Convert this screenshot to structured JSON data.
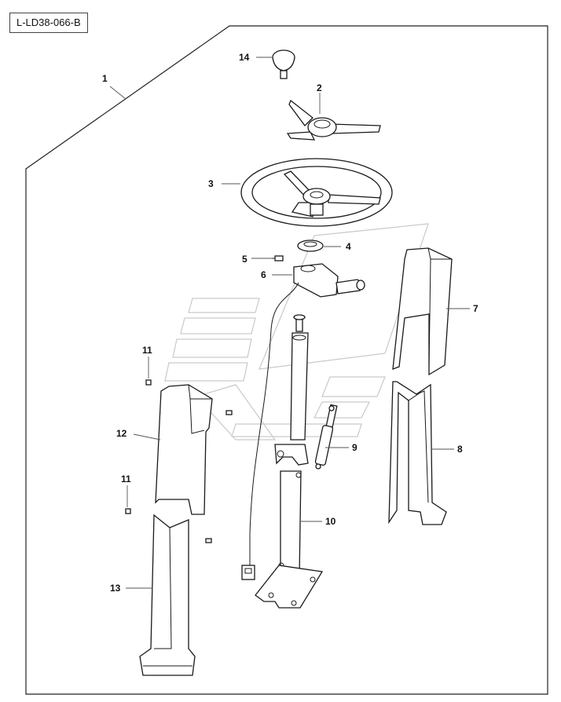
{
  "drawing": {
    "code": "L-LD38-066-B"
  },
  "callouts": [
    {
      "id": "c1",
      "label": "1"
    },
    {
      "id": "c2",
      "label": "2"
    },
    {
      "id": "c3",
      "label": "3"
    },
    {
      "id": "c4",
      "label": "4"
    },
    {
      "id": "c5",
      "label": "5"
    },
    {
      "id": "c6",
      "label": "6"
    },
    {
      "id": "c7",
      "label": "7"
    },
    {
      "id": "c8",
      "label": "8"
    },
    {
      "id": "c9",
      "label": "9"
    },
    {
      "id": "c10",
      "label": "10"
    },
    {
      "id": "c11a",
      "label": "11"
    },
    {
      "id": "c11b",
      "label": "11"
    },
    {
      "id": "c12",
      "label": "12"
    },
    {
      "id": "c13",
      "label": "13"
    },
    {
      "id": "c14",
      "label": "14"
    }
  ],
  "parts": [
    {
      "name": "knob-icon",
      "part": "14"
    },
    {
      "name": "hub-cap-icon",
      "part": "2"
    },
    {
      "name": "steering-wheel-icon",
      "part": "3"
    },
    {
      "name": "bushing-ring-icon",
      "part": "4"
    },
    {
      "name": "screw-icon",
      "part": "5"
    },
    {
      "name": "switch-block-icon",
      "part": "6"
    },
    {
      "name": "upper-cover-icon",
      "part": "7"
    },
    {
      "name": "lower-cover-icon",
      "part": "8"
    },
    {
      "name": "gas-spring-icon",
      "part": "9"
    },
    {
      "name": "column-icon",
      "part": "10"
    },
    {
      "name": "small-screw-icon",
      "part": "11"
    },
    {
      "name": "left-upper-cover-icon",
      "part": "12"
    },
    {
      "name": "left-lower-cover-icon",
      "part": "13"
    }
  ]
}
